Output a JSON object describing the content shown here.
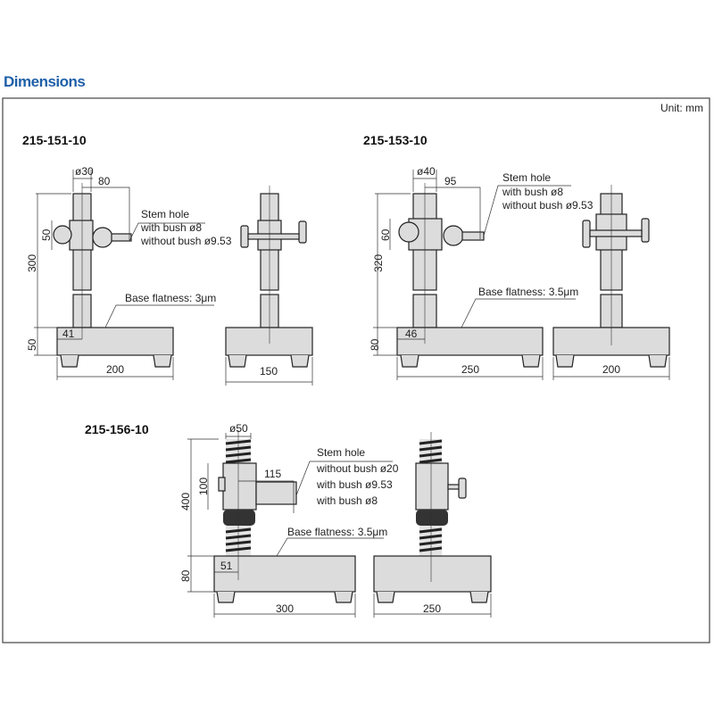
{
  "title": "Dimensions",
  "unit": "Unit: mm",
  "models": [
    {
      "name": "215-151-10",
      "stem_dia": "ø30",
      "reach": "80",
      "clamp_h": "50",
      "height": "300",
      "base_h": "50",
      "offset": "41",
      "width": "200",
      "depth": "150",
      "stem_hole": [
        "Stem hole",
        "with bush ø8",
        "without bush ø9.53"
      ],
      "flatness": "Base flatness: 3μm"
    },
    {
      "name": "215-153-10",
      "stem_dia": "ø40",
      "reach": "95",
      "clamp_h": "60",
      "height": "320",
      "base_h": "80",
      "offset": "46",
      "width": "250",
      "depth": "200",
      "stem_hole": [
        "Stem hole",
        "with bush ø8",
        "without bush ø9.53"
      ],
      "flatness": "Base flatness: 3.5μm"
    },
    {
      "name": "215-156-10",
      "stem_dia": "ø50",
      "reach": "115",
      "clamp_h": "100",
      "height": "400",
      "base_h": "80",
      "offset": "51",
      "width": "300",
      "depth": "250",
      "stem_hole": [
        "Stem hole",
        "without bush ø20",
        "with bush ø9.53",
        "with bush ø8"
      ],
      "flatness": "Base flatness: 3.5μm"
    }
  ]
}
